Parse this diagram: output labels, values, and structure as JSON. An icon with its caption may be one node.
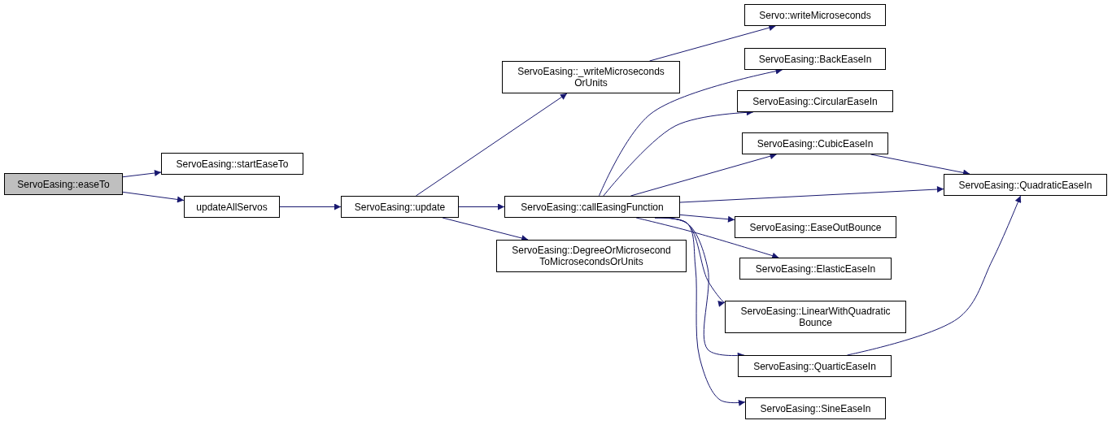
{
  "diagram": {
    "nodes": [
      {
        "text": [
          "ServoEasing::easeTo"
        ]
      },
      {
        "text": [
          "ServoEasing::startEaseTo"
        ]
      },
      {
        "text": [
          "updateAllServos"
        ]
      },
      {
        "text": [
          "ServoEasing::update"
        ]
      },
      {
        "text": [
          "ServoEasing::_writeMicroseconds OrUnits"
        ]
      },
      {
        "text": [
          "ServoEasing::callEasingFunction"
        ]
      },
      {
        "text": [
          "ServoEasing::DegreeOrMicrosecond ToMicrosecondsOrUnits"
        ]
      },
      {
        "text": [
          "Servo::writeMicroseconds"
        ]
      },
      {
        "text": [
          "ServoEasing::BackEaseIn"
        ]
      },
      {
        "text": [
          "ServoEasing::CircularEaseIn"
        ]
      },
      {
        "text": [
          "ServoEasing::CubicEaseIn"
        ]
      },
      {
        "text": [
          "ServoEasing::QuadraticEaseIn"
        ]
      },
      {
        "text": [
          "ServoEasing::EaseOutBounce"
        ]
      },
      {
        "text": [
          "ServoEasing::ElasticEaseIn"
        ]
      },
      {
        "text": [
          "ServoEasing::LinearWithQuadratic Bounce"
        ]
      },
      {
        "text": [
          "ServoEasing::QuarticEaseIn"
        ]
      },
      {
        "text": [
          "ServoEasing::SineEaseIn"
        ]
      }
    ],
    "edges": [
      {
        "from": 0,
        "to": 1,
        "arrow": "to"
      },
      {
        "from": 0,
        "to": 2,
        "arrow": "to"
      },
      {
        "from": 2,
        "to": 3,
        "arrow": "to"
      },
      {
        "from": 3,
        "to": 4,
        "arrow": "to"
      },
      {
        "from": 3,
        "to": 5,
        "arrow": "to"
      },
      {
        "from": 3,
        "to": 6,
        "arrow": "to"
      },
      {
        "from": 4,
        "to": 7,
        "arrow": "to"
      },
      {
        "from": 5,
        "to": 8,
        "arrow": "to"
      },
      {
        "from": 5,
        "to": 9,
        "arrow": "to"
      },
      {
        "from": 5,
        "to": 10,
        "arrow": "to"
      },
      {
        "from": 5,
        "to": 11,
        "arrow": "to"
      },
      {
        "from": 5,
        "to": 12,
        "arrow": "to"
      },
      {
        "from": 5,
        "to": 13,
        "arrow": "to"
      },
      {
        "from": 5,
        "to": 14,
        "arrow": "to"
      },
      {
        "from": 5,
        "to": 15,
        "arrow": "to"
      },
      {
        "from": 5,
        "to": 16,
        "arrow": "to"
      },
      {
        "from": 10,
        "to": 11,
        "arrow": "to"
      },
      {
        "from": 15,
        "to": 11,
        "arrow": "to"
      }
    ]
  }
}
